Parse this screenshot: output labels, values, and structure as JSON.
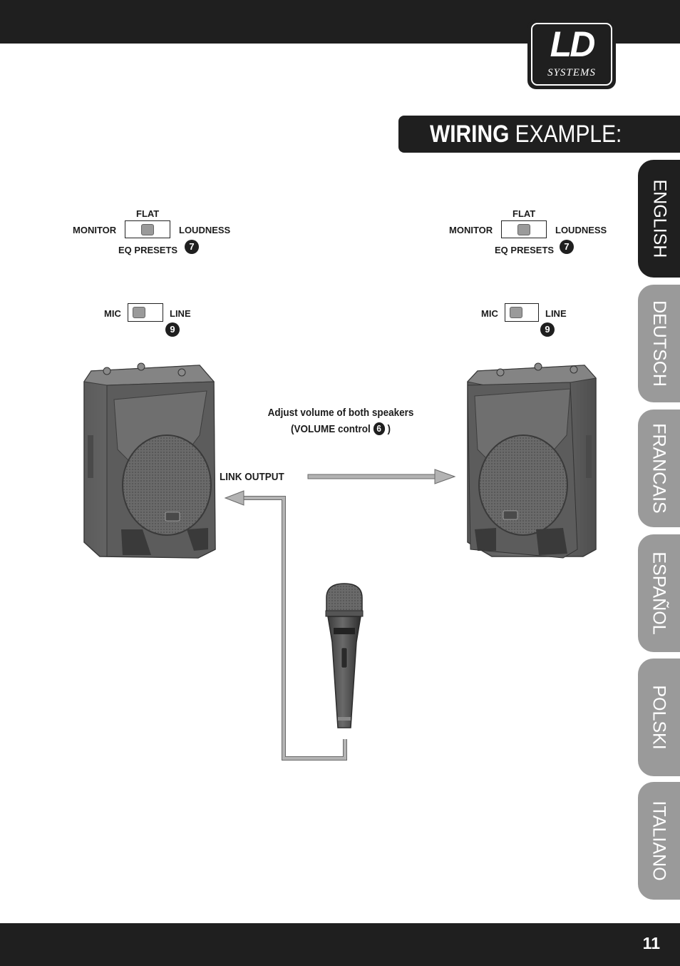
{
  "logo": {
    "brand": "LD",
    "sub": "SYSTEMS"
  },
  "title": {
    "bold": "WIRING",
    "light": " EXAMPLE:"
  },
  "languages": [
    "ENGLISH",
    "DEUTSCH",
    "FRANCAIS",
    "ESPAÑOL",
    "POLSKI",
    "ITALIANO"
  ],
  "active_language": "ENGLISH",
  "left_speaker": {
    "eq": {
      "top": "FLAT",
      "left": "MONITOR",
      "right": "LOUDNESS",
      "caption": "EQ PRESETS",
      "badge": "7"
    },
    "input": {
      "left": "MIC",
      "right": "LINE",
      "badge": "9"
    }
  },
  "right_speaker": {
    "eq": {
      "top": "FLAT",
      "left": "MONITOR",
      "right": "LOUDNESS",
      "caption": "EQ PRESETS",
      "badge": "7"
    },
    "input": {
      "left": "MIC",
      "right": "LINE",
      "badge": "9"
    }
  },
  "volume_note": {
    "line1": "Adjust volume of both speakers",
    "line2_prefix": "(VOLUME control ",
    "badge": "6",
    "line2_suffix": " )"
  },
  "link_output": "LINK OUTPUT",
  "page_number": "11",
  "colors": {
    "bar": "#1f1f1f",
    "tab_inactive": "#9a9a9a",
    "cable": "#b3b3b3"
  }
}
